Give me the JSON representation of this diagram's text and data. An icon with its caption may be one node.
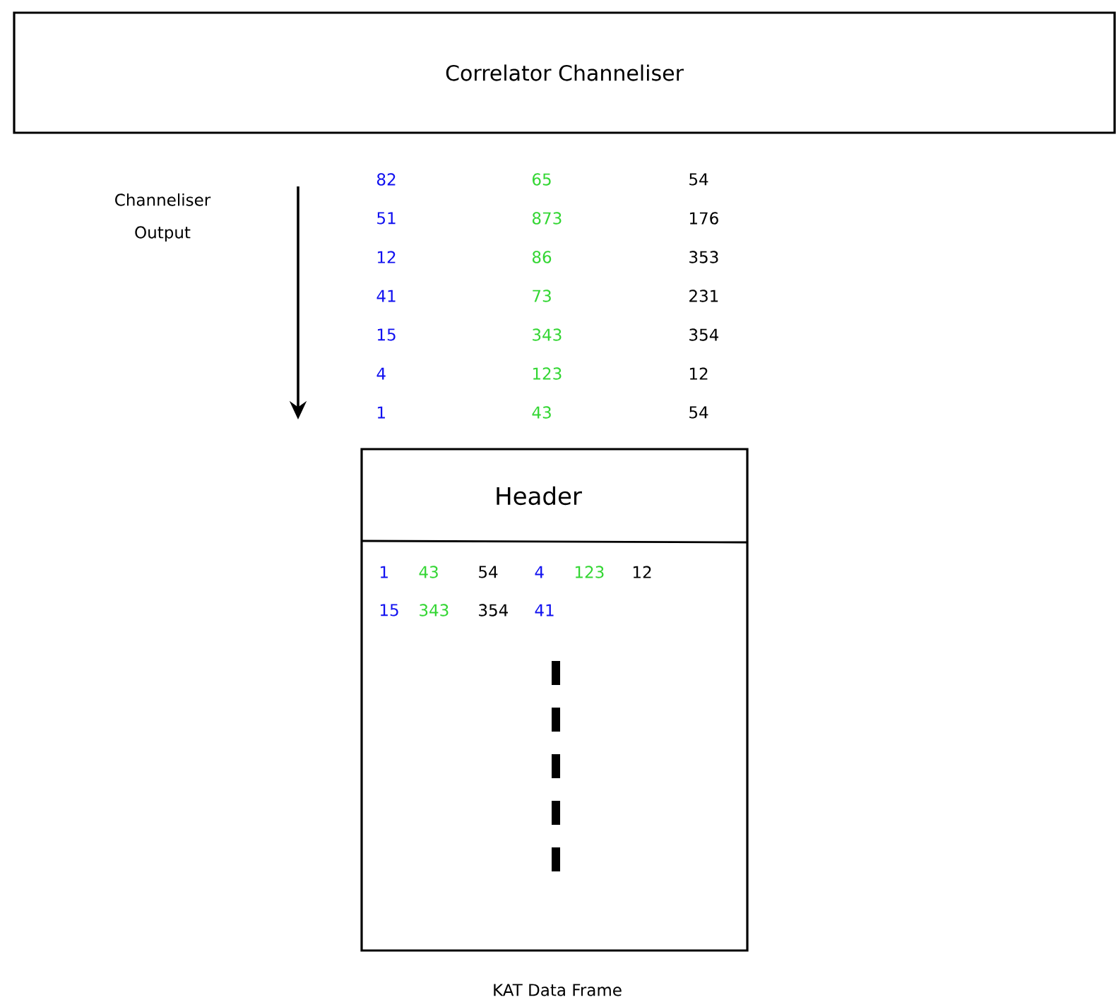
{
  "diagram": {
    "nodes": [
      {
        "text": [
          "Correlator Channeliser"
        ]
      },
      {
        "text": [
          "Header"
        ],
        "beside": [
          "KAT Data Frame"
        ]
      }
    ],
    "labels": [
      "Channeliser Output",
      "82",
      "65",
      "54",
      "51",
      "873",
      "176",
      "12",
      "86",
      "353",
      "41",
      "73",
      "231",
      "15",
      "343",
      "354",
      "4",
      "123",
      "12",
      "1",
      "43",
      "54",
      "1",
      "43",
      "54",
      "4",
      "123",
      "12",
      "15",
      "343",
      "354",
      "41"
    ]
  }
}
